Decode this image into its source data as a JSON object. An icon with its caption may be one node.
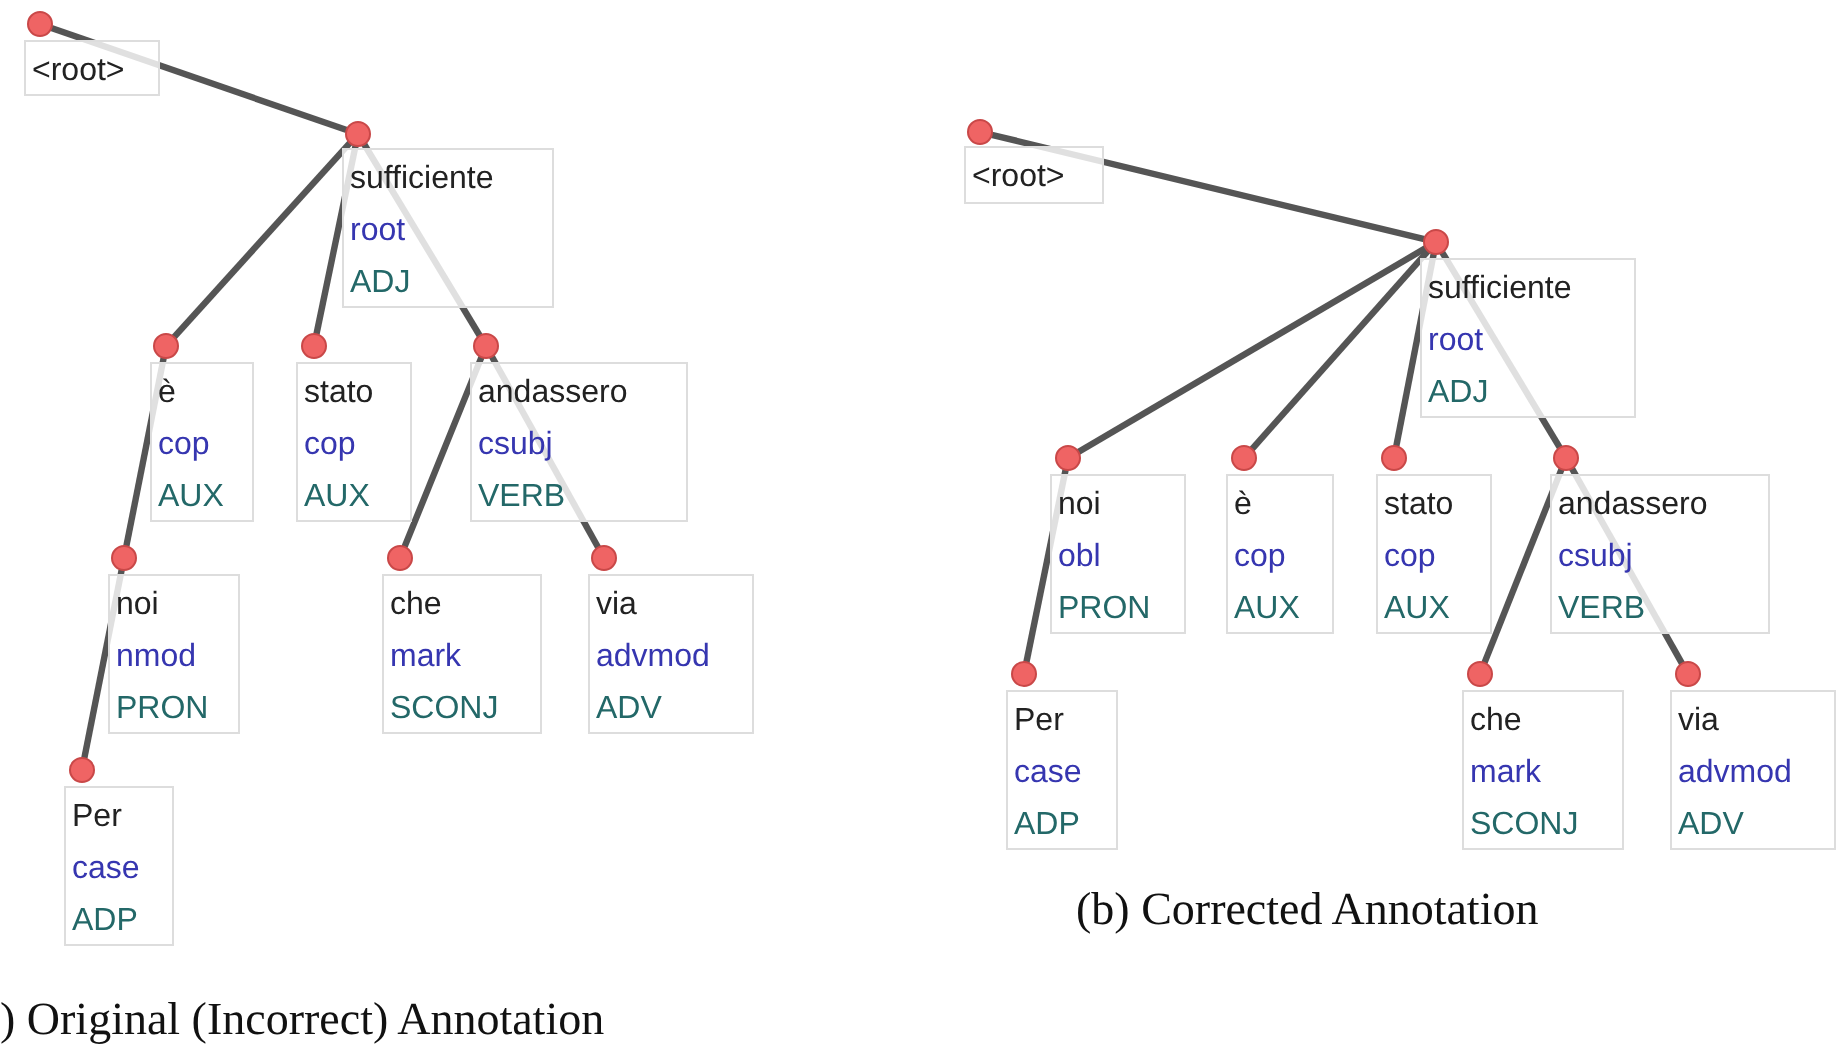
{
  "diagram": {
    "nodes": [
      {
        "text": [
          "<root>"
        ]
      },
      {
        "text": [
          "sufficiente",
          "root",
          "ADJ"
        ]
      },
      {
        "text": [
          "è",
          "cop",
          "AUX"
        ]
      },
      {
        "text": [
          "stato",
          "cop",
          "AUX"
        ]
      },
      {
        "text": [
          "andassero",
          "csubj",
          "VERB"
        ]
      },
      {
        "text": [
          "noi",
          "nmod",
          "PRON"
        ]
      },
      {
        "text": [
          "che",
          "mark",
          "SCONJ"
        ]
      },
      {
        "text": [
          "via",
          "advmod",
          "ADV"
        ]
      },
      {
        "text": [
          "Per",
          "case",
          "ADP"
        ]
      },
      {
        "text": [
          "<root>"
        ]
      },
      {
        "text": [
          "sufficiente",
          "root",
          "ADJ"
        ]
      },
      {
        "text": [
          "noi",
          "obl",
          "PRON"
        ]
      },
      {
        "text": [
          "è",
          "cop",
          "AUX"
        ]
      },
      {
        "text": [
          "stato",
          "cop",
          "AUX"
        ]
      },
      {
        "text": [
          "andassero",
          "csubj",
          "VERB"
        ]
      },
      {
        "text": [
          "Per",
          "case",
          "ADP"
        ]
      },
      {
        "text": [
          "che",
          "mark",
          "SCONJ"
        ]
      },
      {
        "text": [
          "via",
          "advmod",
          "ADV"
        ]
      }
    ],
    "edges": [
      {
        "from": 0,
        "to": 1,
        "arrow": "none"
      },
      {
        "from": 1,
        "to": 2,
        "arrow": "none"
      },
      {
        "from": 1,
        "to": 3,
        "arrow": "none"
      },
      {
        "from": 1,
        "to": 4,
        "arrow": "none"
      },
      {
        "from": 2,
        "to": 5,
        "arrow": "none"
      },
      {
        "from": 5,
        "to": 8,
        "arrow": "none"
      },
      {
        "from": 4,
        "to": 6,
        "arrow": "none"
      },
      {
        "from": 4,
        "to": 7,
        "arrow": "none"
      },
      {
        "from": 9,
        "to": 10,
        "arrow": "none"
      },
      {
        "from": 10,
        "to": 11,
        "arrow": "none"
      },
      {
        "from": 10,
        "to": 12,
        "arrow": "none"
      },
      {
        "from": 10,
        "to": 13,
        "arrow": "none"
      },
      {
        "from": 10,
        "to": 14,
        "arrow": "none"
      },
      {
        "from": 11,
        "to": 15,
        "arrow": "none"
      },
      {
        "from": 14,
        "to": 16,
        "arrow": "none"
      },
      {
        "from": 14,
        "to": 17,
        "arrow": "none"
      }
    ],
    "labels": [
      "(b) Corrected Annotation",
      ") Original (Incorrect) Annotation"
    ]
  }
}
